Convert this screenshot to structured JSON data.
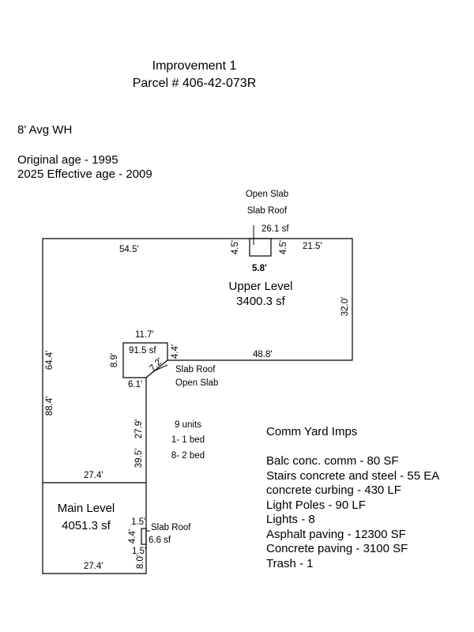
{
  "header": {
    "line1": "Improvement 1",
    "line2": "Parcel # 406-42-073R"
  },
  "info": {
    "wall_height": "8' Avg WH",
    "original_age": "Original age - 1995",
    "effective_age": "2025 Effective age - 2009"
  },
  "sketch": {
    "callout_top": {
      "line1": "Open Slab",
      "line2": "Slab Roof",
      "area": "26.1 sf"
    },
    "callout_mid": {
      "line1": "Slab Roof",
      "line2": "Open Slab"
    },
    "callout_bottom": {
      "label": "Slab Roof",
      "area": "6.6 sf"
    },
    "upper_level": {
      "name": "Upper Level",
      "area": "3400.3 sf"
    },
    "main_level": {
      "name": "Main Level",
      "area": "4051.3 sf"
    },
    "notch_area": "91.5 sf",
    "units": {
      "total": "9 units",
      "one_bed": "1- 1 bed",
      "two_bed": "8- 2 bed"
    },
    "dims": {
      "top_left": "54.5'",
      "top_right": "21.5'",
      "slab_left": "4.5'",
      "slab_right": "4.5'",
      "slab_width": "5.8'",
      "right_side": "32.0'",
      "inner_top": "48.8'",
      "notch_top": "11.7'",
      "notch_right": "4.4'",
      "notch_left": "8.9'",
      "notch_diag": "7.2'",
      "notch_bottom": "6.1'",
      "left_upper": "64.4'",
      "left_lower": "88.4'",
      "inner_left_upper": "27.9'",
      "inner_left_lower": "39.5'",
      "main_top": "27.4'",
      "main_bottom": "27.4'",
      "bump_top": "1.5'",
      "bump_left": "4.4'",
      "bump_bottom": "1.5'",
      "bottom_right": "8.0'"
    }
  },
  "comm_yard": {
    "title": "Comm Yard Imps",
    "items": [
      "Balc conc. comm - 80 SF",
      "Stairs concrete and steel - 55 EA",
      "concrete curbing - 430 LF",
      "Light Poles - 90 LF",
      "Lights - 8",
      "Asphalt paving - 12300 SF",
      "Concrete paving - 3100 SF",
      "Trash - 1"
    ]
  }
}
